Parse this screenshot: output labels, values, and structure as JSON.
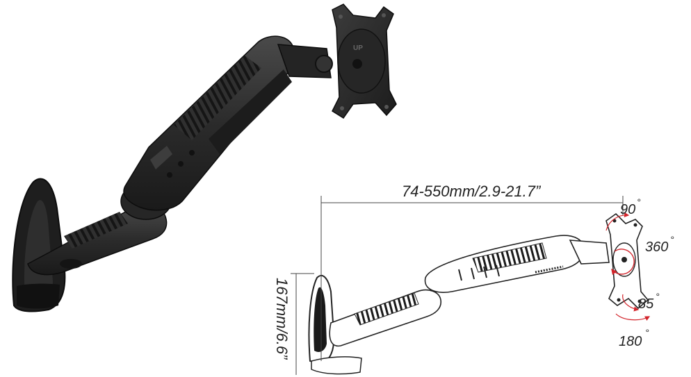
{
  "image": {
    "subject": "wall-mount-monitor-arm-product-photo",
    "background_color": "#ffffff",
    "arm_color": "#2a2a2a",
    "accent_red": "#d2232a"
  },
  "specs": {
    "extension": "74-550mm/2.9-21.7”",
    "height": "167mm/6.6”",
    "tilt": "90",
    "rotation": "360",
    "swivel": "85",
    "pivot": "180",
    "degree_symbol": "°",
    "plate_marking": "UP"
  }
}
